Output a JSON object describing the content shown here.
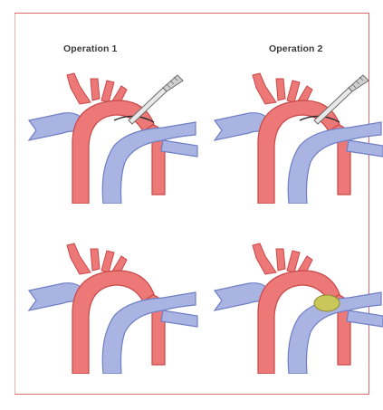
{
  "captions": {
    "operation_1": "Operation 1",
    "operation_2": "Operation 2"
  },
  "colors": {
    "artery": "#ec7878",
    "artery_dark": "#c94848",
    "vein": "#a9b4e2",
    "vein_dark": "#6f7fc4",
    "graft": "#c9c75a",
    "frame": "#e06a6a"
  },
  "panels": [
    {
      "id": "p1",
      "column": "operation_1",
      "stage": "during",
      "has_scalpel": true,
      "has_graft": false,
      "has_incision": true
    },
    {
      "id": "p2",
      "column": "operation_2",
      "stage": "during",
      "has_scalpel": true,
      "has_graft": false,
      "has_incision": true
    },
    {
      "id": "p3",
      "column": "operation_1",
      "stage": "result",
      "has_scalpel": false,
      "has_graft": false,
      "has_incision": false
    },
    {
      "id": "p4",
      "column": "operation_2",
      "stage": "result",
      "has_scalpel": false,
      "has_graft": true,
      "has_incision": false
    }
  ]
}
